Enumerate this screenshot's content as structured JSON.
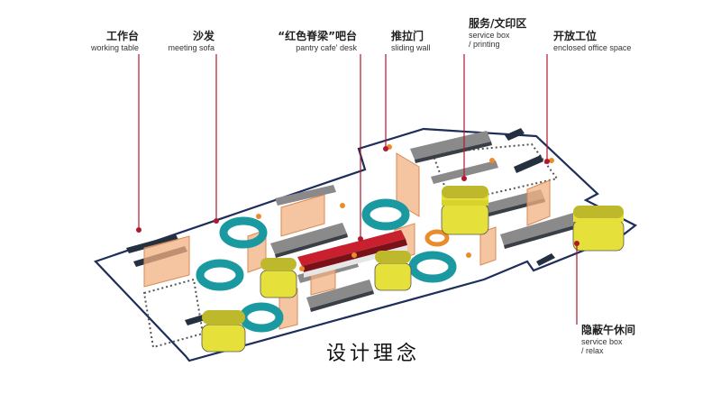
{
  "callouts": [
    {
      "id": "working-table",
      "zh": "工作台",
      "en": "working table"
    },
    {
      "id": "meeting-sofa",
      "zh": "沙发",
      "en": "meeting sofa"
    },
    {
      "id": "pantry-desk",
      "zh": "“红色脊梁”吧台",
      "en": "pantry cafe' desk"
    },
    {
      "id": "sliding-wall",
      "zh": "推拉门",
      "en": "sliding wall"
    },
    {
      "id": "service-printing",
      "zh": "服务/文印区",
      "en1": "service box",
      "en2": "/ printing"
    },
    {
      "id": "enclosed-office",
      "zh": "开放工位",
      "en": "enclosed office space"
    },
    {
      "id": "service-relax",
      "zh": "隐蔽午休间",
      "en1": "service box",
      "en2": "/ relax"
    }
  ],
  "caption": "设计理念",
  "colors": {
    "leader": "#b0192b",
    "outline": "#1e2d5a",
    "teal": "#1a9aa0",
    "yellow": "#e6e03a",
    "orange": "#f2b082",
    "grey": "#8a8a8a",
    "dark": "#243040",
    "red": "#c8202e"
  }
}
